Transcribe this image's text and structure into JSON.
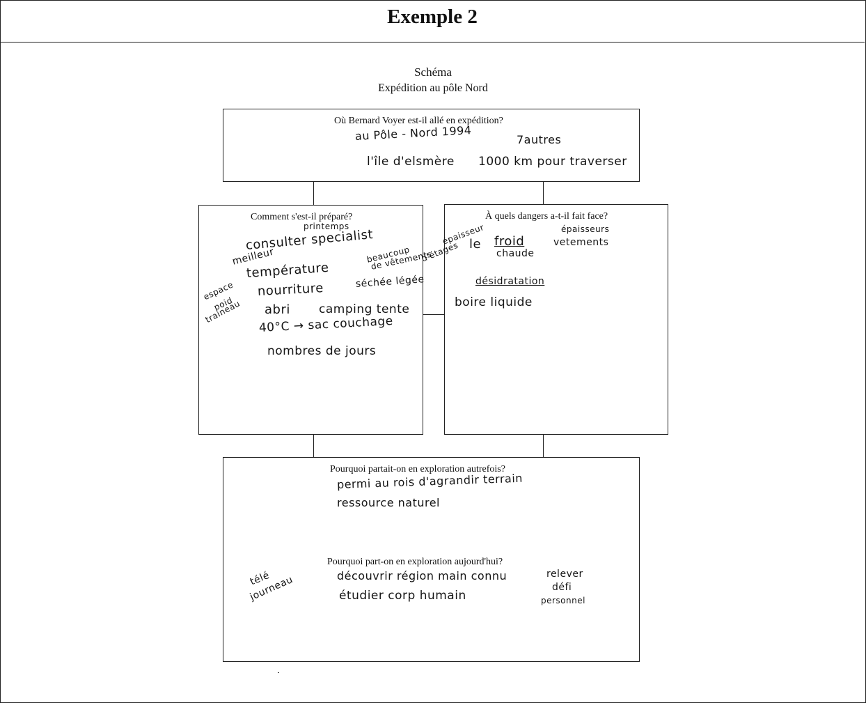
{
  "header": {
    "title": "Exemple 2"
  },
  "schema": {
    "title": "Schéma",
    "subtitle": "Expédition au pôle Nord"
  },
  "box_top": {
    "question": "Où Bernard Voyer est-il allé en expédition?",
    "answers": [
      "au Pôle - Nord 1994",
      "7autres",
      "l'île d'elsmère",
      "1000 km pour traverser"
    ]
  },
  "box_left": {
    "question": "Comment s'est-il préparé?",
    "answers": [
      "printemps",
      "consulter specialist",
      "meilleur",
      "température",
      "beaucoup",
      "de vêtements",
      "nourriture",
      "séchée légée",
      "abri",
      "camping tente",
      "40°C → sac couchage",
      "nombres de jours"
    ],
    "margin_notes": [
      "espace",
      "poid",
      "traineau"
    ]
  },
  "box_right": {
    "question": "À quels dangers a-t-il fait face?",
    "answers": [
      "épaisseur",
      "d'étages",
      "le",
      "froid",
      "chaude",
      "épaisseurs",
      "vetements",
      "désidratation",
      "boire liquide"
    ]
  },
  "box_bottom": {
    "question_past": "Pourquoi partait-on en exploration autrefois?",
    "answers_past": [
      "permi au rois d'agrandir terrain",
      "ressource naturel"
    ],
    "question_now": "Pourquoi part-on en exploration aujourd'hui?",
    "answers_now": [
      "découvrir région main connu",
      "étudier corp humain"
    ],
    "side_left": [
      "télé",
      "journeau"
    ],
    "side_right": [
      "relever",
      "défi",
      "personnel"
    ]
  }
}
